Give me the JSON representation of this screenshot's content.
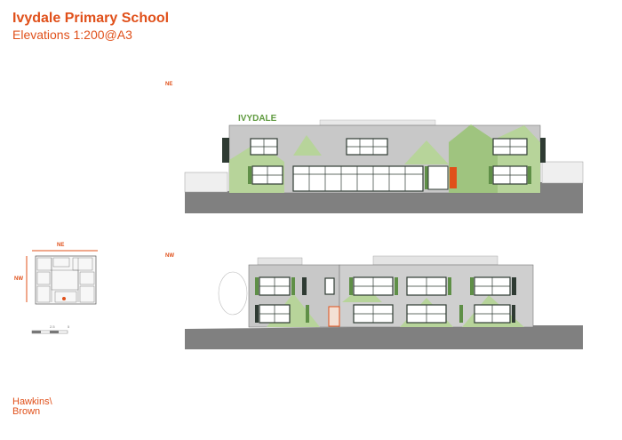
{
  "header": {
    "title": "Ivydale Primary School",
    "subtitle": "Elevations 1:200@A3"
  },
  "elevations": {
    "ne_label": "NE",
    "nw_label": "NW",
    "building_sign": "IVYDALE"
  },
  "key_plan": {
    "ne_label": "NE",
    "nw_label": "NW",
    "scale_labels": [
      "2.5",
      "5"
    ]
  },
  "branding": {
    "logo_line1": "Hawkins\\",
    "logo_line2": "Brown"
  },
  "colors": {
    "accent": "#e0501a",
    "green": "#7daa5e",
    "light_green": "#b7d49a",
    "wall_grey": "#c8c8c8",
    "ground_grey": "#808080",
    "window_dark": "#2f3b33"
  }
}
